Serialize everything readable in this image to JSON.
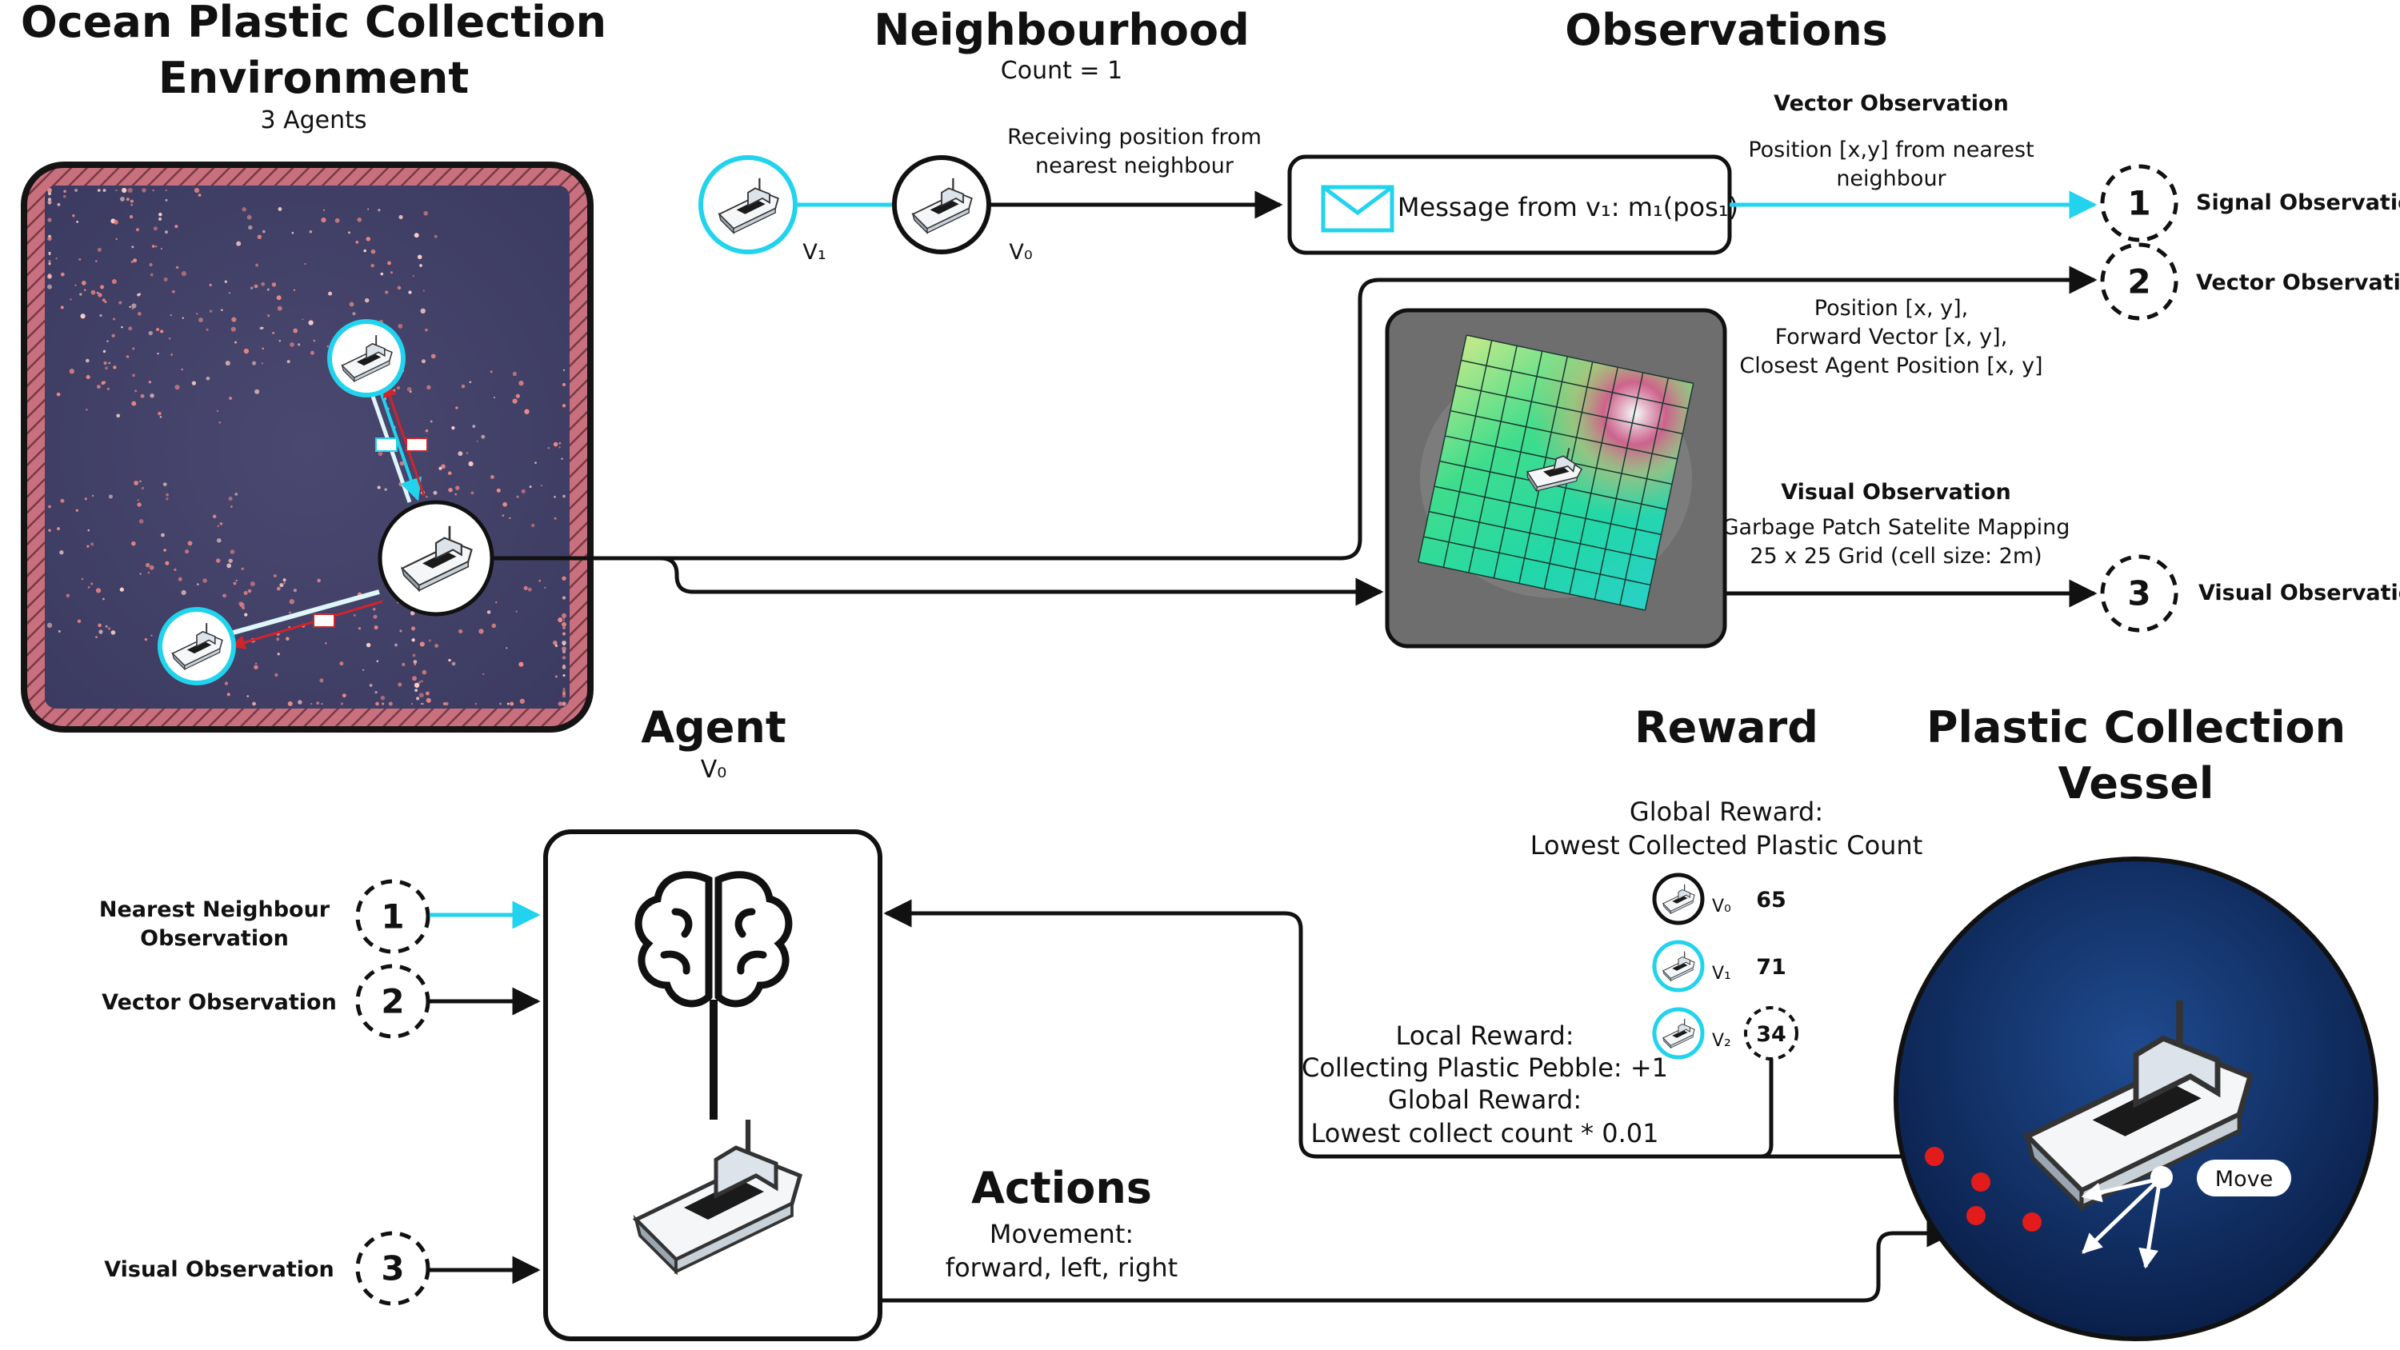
{
  "environment": {
    "title_line1": "Ocean Plastic Collection",
    "title_line2": "Environment",
    "subtitle": "3 Agents"
  },
  "neighbourhood": {
    "title": "Neighbourhood",
    "subtitle": "Count = 1",
    "arrow_label_line1": "Receiving position from",
    "arrow_label_line2": "nearest neighbour",
    "v1_label": "V₁",
    "v0_label": "V₀"
  },
  "observations": {
    "title": "Observations",
    "vector_header": "Vector Observation",
    "vector_desc_line1": "Position [x,y] from nearest",
    "vector_desc_line2": "neighbour",
    "message_label": "Message from v₁: m₁(pos₁)",
    "obs2_desc_line1": "Position [x, y],",
    "obs2_desc_line2": "Forward Vector [x, y],",
    "obs2_desc_line3": "Closest Agent Position [x, y]",
    "visual_header": "Visual Observation",
    "visual_desc_line1": "Garbage Patch Satelite Mapping",
    "visual_desc_line2": "25 x 25 Grid (cell size: 2m)",
    "outputs": [
      {
        "number": "1",
        "label": "Signal Observation"
      },
      {
        "number": "2",
        "label": "Vector Observation"
      },
      {
        "number": "3",
        "label": "Visual Observation"
      }
    ]
  },
  "agent": {
    "title": "Agent",
    "subtitle": "V₀",
    "inputs": [
      {
        "number": "1",
        "label_line1": "Nearest Neighbour",
        "label_line2": "Observation"
      },
      {
        "number": "2",
        "label_line1": "Vector Observation",
        "label_line2": ""
      },
      {
        "number": "3",
        "label_line1": "Visual Observation",
        "label_line2": ""
      }
    ]
  },
  "reward": {
    "title": "Reward",
    "global_line1": "Global Reward:",
    "global_line2": "Lowest Collected Plastic Count",
    "rows": [
      {
        "agent": "V₀",
        "value": "65"
      },
      {
        "agent": "V₁",
        "value": "71"
      },
      {
        "agent": "V₂",
        "value": "34"
      }
    ],
    "local_line1": "Local Reward:",
    "local_line2": "Collecting Plastic Pebble: +1",
    "local_line3": "Global Reward:",
    "local_line4": "Lowest collect count * 0.01"
  },
  "actions": {
    "title": "Actions",
    "line1": "Movement:",
    "line2": "forward, left, right"
  },
  "vessel": {
    "title_line1": "Plastic Collection",
    "title_line2": "Vessel",
    "move_label": "Move"
  },
  "colors": {
    "cyan": "#22d3ee",
    "red": "#d0242b",
    "env_border": "#141414",
    "ocean": "#0d2a5e"
  }
}
